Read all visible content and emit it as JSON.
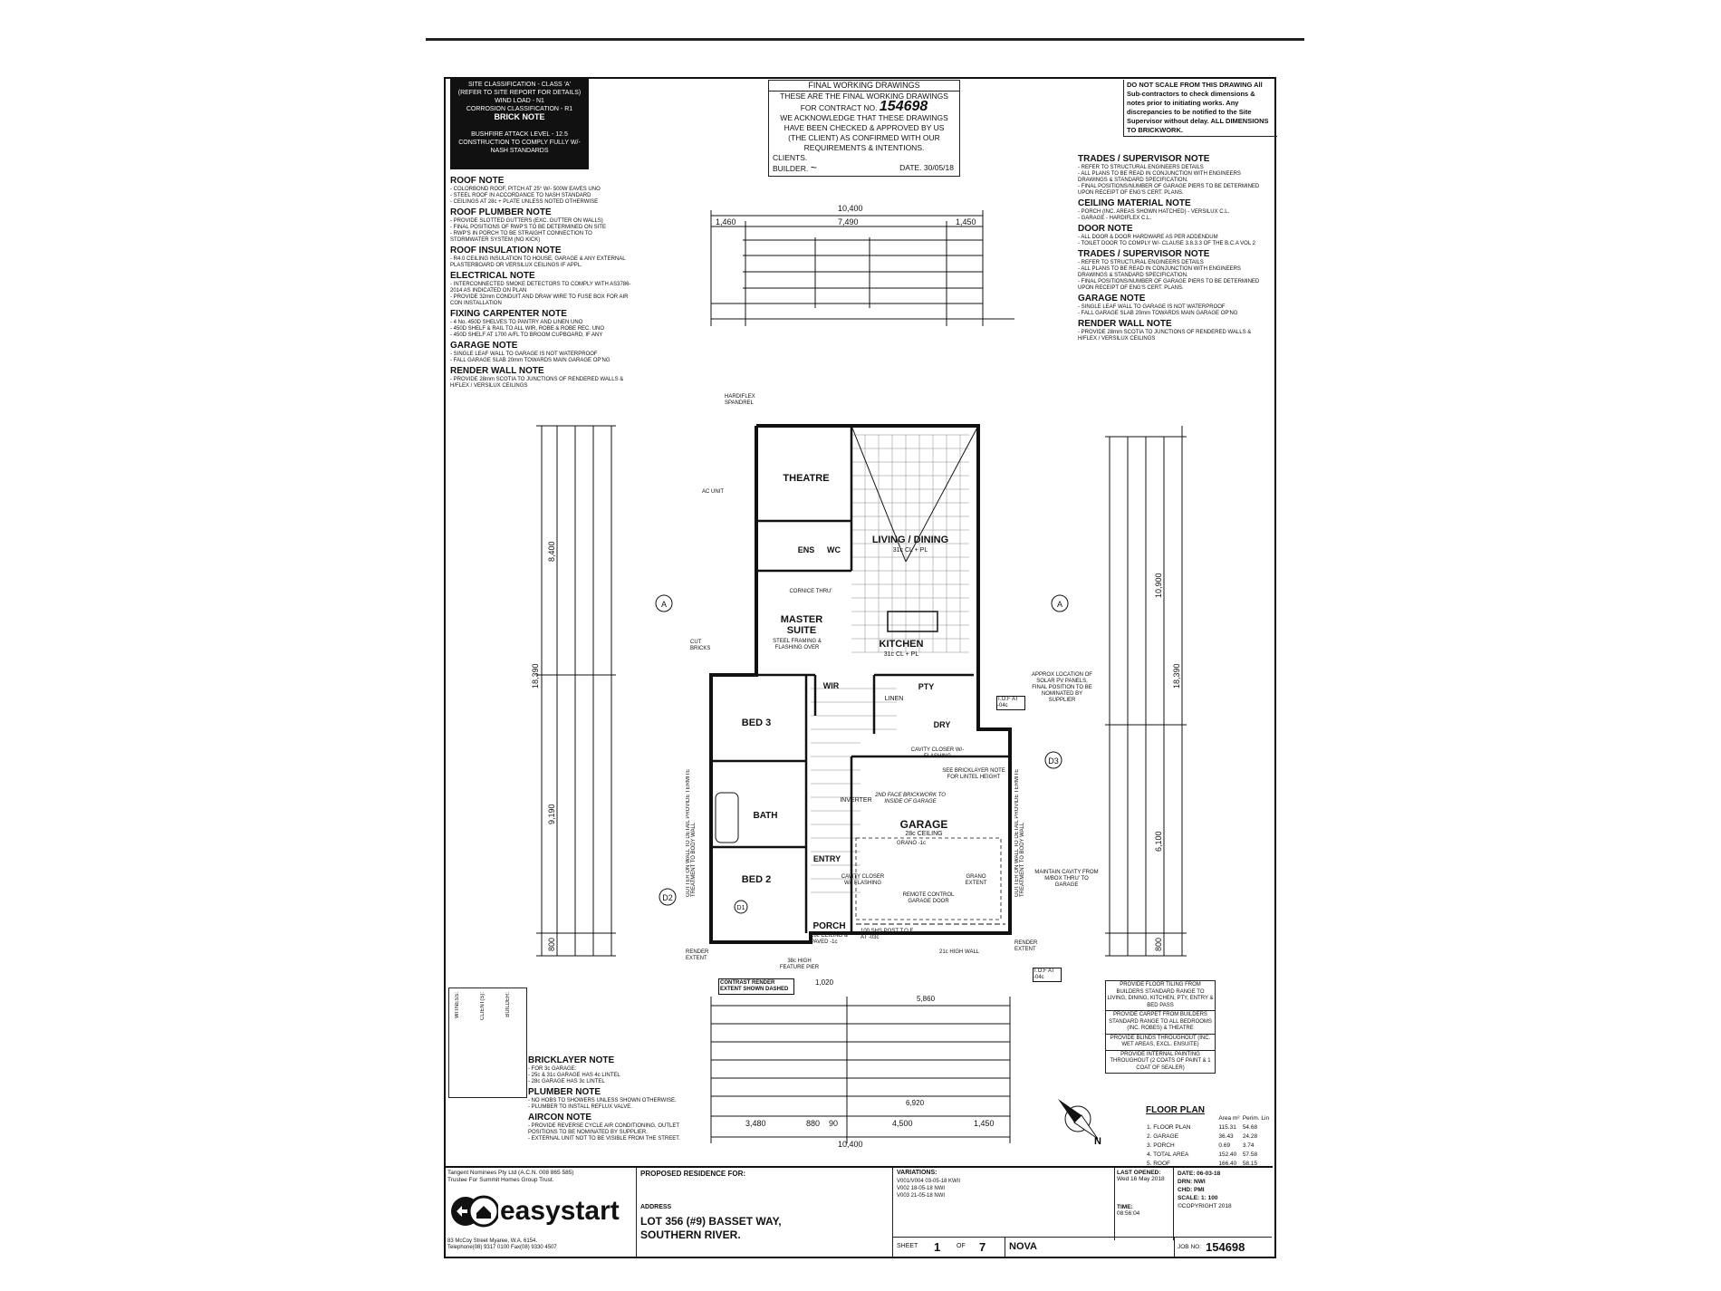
{
  "site_box": {
    "line1": "SITE CLASSIFICATION - CLASS 'A'",
    "line2": "(REFER TO SITE REPORT FOR DETAILS) WIND LOAD - N1",
    "line3": "CORROSION CLASSIFICATION - R1",
    "brick_note": "BRICK NOTE",
    "bushfire": "BUSHFIRE ATTACK LEVEL - 12.5",
    "construction": "CONSTRUCTION TO COMPLY FULLY W/- NASH STANDARDS"
  },
  "left_notes": [
    {
      "title": "ROOF NOTE",
      "lines": [
        "- COLORBOND ROOF, PITCH AT 25° W/- 500W EAVES UNO",
        "- STEEL ROOF IN ACCORDANCE TO NASH STANDARD",
        "- CEILINGS AT 28c + PLATE UNLESS NOTED OTHERWISE"
      ]
    },
    {
      "title": "ROOF PLUMBER NOTE",
      "lines": [
        "- PROVIDE SLOTTED GUTTERS (EXC. GUTTER ON WALLS)",
        "- FINAL POSITIONS OF RWP'S TO BE DETERMINED ON SITE",
        "- RWP'S IN PORCH TO BE STRAIGHT CONNECTION TO STORMWATER SYSTEM (NO KICK)"
      ]
    },
    {
      "title": "ROOF INSULATION NOTE",
      "lines": [
        "- R4.0 CEILING INSULATION TO HOUSE, GARAGE & ANY EXTERNAL PLASTERBOARD OR VERSILUX CEILINGS IF APPL."
      ]
    },
    {
      "title": "ELECTRICAL NOTE",
      "lines": [
        "- INTERCONNECTED SMOKE DETECTORS TO COMPLY WITH AS3786-2014 AS INDICATED ON PLAN",
        "- PROVIDE 32mm CONDUIT AND DRAW WIRE TO FUSE BOX FOR AIR CON INSTALLATION"
      ]
    },
    {
      "title": "FIXING CARPENTER NOTE",
      "lines": [
        "- 4 No. 450D SHELVES TO PANTRY AND LINEN UNO",
        "- 450D SHELF & RAIL TO ALL WIR, ROBE & ROBE REC. UNO",
        "- 450D SHELF AT 1700 A/FL TO BROOM CUPBOARD, IF ANY"
      ]
    },
    {
      "title": "GARAGE NOTE",
      "lines": [
        "- SINGLE LEAF WALL TO GARAGE IS NOT WATERPROOF",
        "- FALL GARAGE SLAB 20mm TOWARDS MAIN GARAGE OP'NG"
      ]
    },
    {
      "title": "RENDER WALL NOTE",
      "lines": [
        "- PROVIDE 28mm SCOTIA TO JUNCTIONS OF RENDERED WALLS & H/FLEX / VERSILUX CEILINGS"
      ]
    }
  ],
  "stamp": {
    "title": "FINAL WORKING DRAWINGS",
    "l1": "THESE ARE THE FINAL WORKING DRAWINGS",
    "l2": "FOR CONTRACT NO.",
    "contract_no": "154698",
    "l3": "WE ACKNOWLEDGE THAT THESE DRAWINGS",
    "l4": "HAVE BEEN CHECKED & APPROVED BY US",
    "l5": "(THE CLIENT) AS CONFIRMED WITH OUR",
    "l6": "REQUIREMENTS & INTENTIONS.",
    "client": "CLIENTS.",
    "builder": "BUILDER.",
    "date": "DATE. 30/05/18"
  },
  "dont_scale": "DO NOT SCALE FROM THIS DRAWING All Sub-contractors to check dimensions & notes prior to initiating works. Any discrepancies to be notified to the Site Supervisor without delay. ALL DIMENSIONS TO BRICKWORK.",
  "right_notes": [
    {
      "title": "TRADES / SUPERVISOR NOTE",
      "lines": [
        "- REFER TO STRUCTURAL ENGINEERS DETAILS",
        "- ALL PLANS TO BE READ IN CONJUNCTION WITH ENGINEERS DRAWINGS & STANDARD SPECIFICATION.",
        "- FINAL POSITIONS/NUMBER OF GARAGE PIERS TO BE DETERMINED UPON RECEIPT OF ENG'S CERT. PLANS."
      ]
    },
    {
      "title": "CEILING MATERIAL NOTE",
      "lines": [
        "- PORCH (INC. AREAS SHOWN HATCHED) - VERSILUX C.L.",
        "- GARAGE - HARDIFLEX C.L."
      ]
    },
    {
      "title": "DOOR NOTE",
      "lines": [
        "- ALL DOOR & DOOR HARDWARE AS PER ADDENDUM",
        "- TOILET DOOR TO COMPLY W/- CLAUSE 3.8.3.3 OF THE B.C.A VOL 2"
      ]
    },
    {
      "title": "TRADES / SUPERVISOR NOTE",
      "lines": [
        "- REFER TO STRUCTURAL ENGINEERS DETAILS",
        "- ALL PLANS TO BE READ IN CONJUNCTION WITH ENGINEERS DRAWINGS & STANDARD SPECIFICATION.",
        "- FINAL POSITIONS/NUMBER OF GARAGE PIERS TO BE DETERMINED UPON RECEIPT OF ENG'S CERT. PLANS."
      ]
    },
    {
      "title": "GARAGE NOTE",
      "lines": [
        "- SINGLE LEAF WALL TO GARAGE IS NOT WATERPROOF",
        "- FALL GARAGE SLAB 20mm TOWARDS MAIN GARAGE OP'NG"
      ]
    },
    {
      "title": "RENDER WALL NOTE",
      "lines": [
        "- PROVIDE 28mm SCOTIA TO JUNCTIONS OF RENDERED WALLS & H/FLEX / VERSILUX CEILINGS"
      ]
    }
  ],
  "lower_notes": [
    {
      "title": "BRICKLAYER NOTE",
      "lines": [
        "- FOR 3c GARAGE:",
        "- 25c & 31c GARAGE HAS 4c LINTEL",
        "- 28c GARAGE HAS 3c LINTEL"
      ]
    },
    {
      "title": "PLUMBER NOTE",
      "lines": [
        "- NO HOBS TO SHOWERS UNLESS SHOWN OTHERWISE.",
        "- PLUMBER TO INSTALL REFLUX VALVE."
      ]
    },
    {
      "title": "AIRCON NOTE",
      "lines": [
        "- PROVIDE REVERSE CYCLE AIR CONDITIONING. OUTLET POSITIONS TO BE NOMINATED BY SUPPLIER.",
        "- EXTERNAL UNIT NOT TO BE VISIBLE FROM THE STREET."
      ]
    }
  ],
  "rooms": {
    "theatre": "THEATRE",
    "living": "LIVING / DINING",
    "living_sub": "31c CL + PL",
    "master": "MASTER SUITE",
    "kitchen": "KITCHEN",
    "kitchen_sub": "31c CL + PL",
    "ens": "ENS",
    "wc": "WC",
    "wir": "WIR",
    "bed3": "BED 3",
    "bath": "BATH",
    "bed2": "BED 2",
    "entry": "ENTRY",
    "garage": "GARAGE",
    "garage_sub": "28c CEILING",
    "porch": "PORCH",
    "pty": "PTY",
    "dry": "DRY",
    "linen": "LINEN",
    "inverter": "INVERTER"
  },
  "plan_labels": {
    "spandrel": "HARDIFLEX SPANDREL",
    "ac_unit": "AC UNIT",
    "cornice": "CORNICE THRU'",
    "steel": "STEEL FRAMING & FLASHING OVER",
    "cut_bricks": "CUT BRICKS",
    "solar": "APPROX LOCATION OF SOLAR PV PANELS, FINAL POSITION TO BE NOMINATED BY SUPPLIER",
    "cavity1": "CAVITY CLOSER W/- FLASHING",
    "bricklayer_ref": "SEE BRICKLAYER NOTE FOR LINTEL HEIGHT",
    "second_face": "2ND FACE BRICKWORK TO INSIDE OF GARAGE",
    "cavity2": "CAVITY CLOSER W/- FLASHING",
    "remote": "REMOTE CONTROL GARAGE DOOR",
    "grano": "GRANO EXTENT",
    "maintain": "MAINTAIN CAVITY FROM M/BOX THRU' TO GARAGE",
    "gutter_left": "GUTTER ON WALL TO DETAIL PROVIDE TERMITE TREATMENT TO BODY WALL",
    "gutter_right": "GUTTER ON WALL TO DETAIL PROVIDE TERMITE TREATMENT TO BODY WALL",
    "render1": "RENDER EXTENT",
    "render2": "RENDER EXTENT",
    "post": "100 SHS POST T.O.F. AT -03c",
    "highwall": "21c HIGH WALL",
    "feature": "38c HIGH FEATURE PIER",
    "porch_ceiling": "28c CEILING & PAVED -1c",
    "contrast": "CONTRAST RENDER EXTENT SHOWN DASHED",
    "tof1": "T.O.F AT -04c",
    "tof2": "T.O.F AT -04c",
    "grano_ceiling": "GRANO -1c"
  },
  "dims": {
    "top_total": "10,400",
    "top_row": [
      "1,460",
      "7,490",
      "1,450"
    ],
    "bottom_total": "10,400",
    "bottom_row": [
      "3,480",
      "880",
      "90",
      "4,500",
      "1,450"
    ],
    "left_total": "18,390",
    "left_a": "8,400",
    "left_b": "9,190",
    "left_c": "800",
    "right_total": "18,390",
    "right_a": "10,900",
    "right_b": "6,100",
    "right_c": "800",
    "bottom_5860": "5,860",
    "bottom_6920": "6,920",
    "bottom_1020": "1,020"
  },
  "finishes": [
    "PROVIDE FLOOR TILING FROM BUILDERS STANDARD RANGE TO LIVING, DINING, KITCHEN, PTY, ENTRY & BED PASS",
    "PROVIDE CARPET FROM BUILDERS STANDARD RANGE TO ALL BEDROOMS (INC. ROBES) & THEATRE",
    "PROVIDE BLINDS THROUGHOUT (INC. WET AREAS, EXCL. ENSUITE)",
    "PROVIDE INTERNAL PAINTING THROUGHOUT (2 COATS OF PAINT & 1 COAT OF SEALER)"
  ],
  "floor_plan": {
    "title": "FLOOR PLAN",
    "col1": "Area m²",
    "col2": "Perim. Lin",
    "rows": [
      {
        "label": "1. FLOOR PLAN",
        "area": "115.31",
        "perim": "54.68"
      },
      {
        "label": "2. GARAGE",
        "area": "36.43",
        "perim": "24.28"
      },
      {
        "label": "3. PORCH",
        "area": "0.69",
        "perim": "3.74"
      },
      {
        "label": "4. TOTAL AREA",
        "area": "152.40",
        "perim": "57.58"
      },
      {
        "label": "5. ROOF",
        "area": "166.40",
        "perim": "58.15"
      }
    ]
  },
  "title_block": {
    "company": "Tangent Nominees Pty Ltd (A.C.N. 008 865 585)",
    "trustee": "Trustee For Summit Homes Group Trust.",
    "brand": "easystart",
    "address_co": "83 McCoy Street Myaree, W.A. 6154.",
    "phone": "Telephone(08) 9317 0100 Fax(08) 9330 4507",
    "proposed": "PROPOSED RESIDENCE FOR:",
    "address_label": "ADDRESS",
    "address1": "LOT 356 (#9) BASSET WAY,",
    "address2": "SOUTHERN RIVER.",
    "variations_label": "VARIATIONS:",
    "variations": [
      "V001/V004 03-05-18 KWII",
      "V002 18-05-18 NWI",
      "V003 21-05-18 NWI"
    ],
    "last_opened_label": "LAST OPENED:",
    "last_opened": "Wed 16 May 2018",
    "time_label": "TIME:",
    "time": "08:56:04",
    "date_label": "DATE: 06-03-18",
    "drn": "DRN: NWI",
    "chd": "CHD: PMI",
    "scale": "SCALE: 1: 100",
    "copyright": "©COPYRIGHT 2018",
    "sheet_label": "SHEET",
    "sheet_no": "1",
    "of_label": "OF",
    "sheet_total": "7",
    "model": "NOVA",
    "job_label": "JOB NO:",
    "job_no": "154698"
  },
  "side_signature": [
    "WITNESS:",
    "CLIENT(S):",
    "BUILDER:"
  ],
  "section_markers": [
    "A",
    "A",
    "D2",
    "D3",
    "D1"
  ],
  "north": "N"
}
